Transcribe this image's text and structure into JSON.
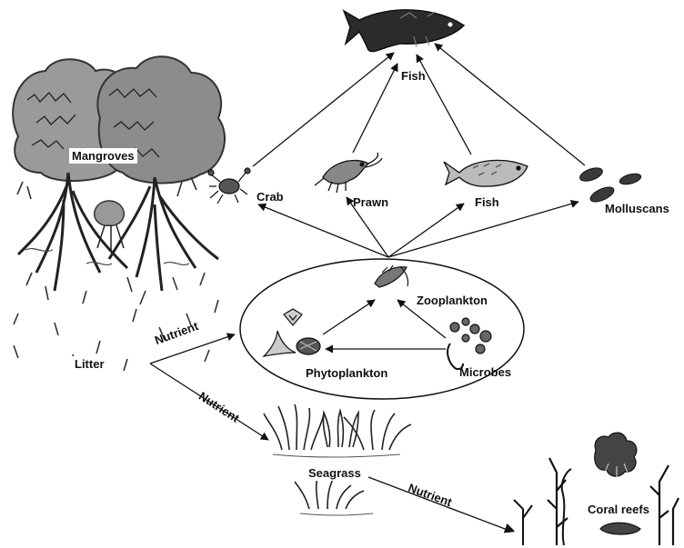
{
  "labels": {
    "top_fish": "Fish",
    "mangroves": "Mangroves",
    "litter": "Litter",
    "crab": "Crab",
    "prawn": "Prawn",
    "fish": "Fish",
    "molluscans": "Molluscans",
    "zooplankton": "Zooplankton",
    "phytoplankton": "Phytoplankton",
    "microbes": "Microbes",
    "nutrient_1": "Nutrient",
    "nutrient_2": "Nutrient",
    "nutrient_3": "Nutrient",
    "seagrass": "Seagrass",
    "coral_reefs": "Coral reefs"
  },
  "colors": {
    "ink": "#111111",
    "shade": "#555555",
    "paper": "#ffffff"
  }
}
